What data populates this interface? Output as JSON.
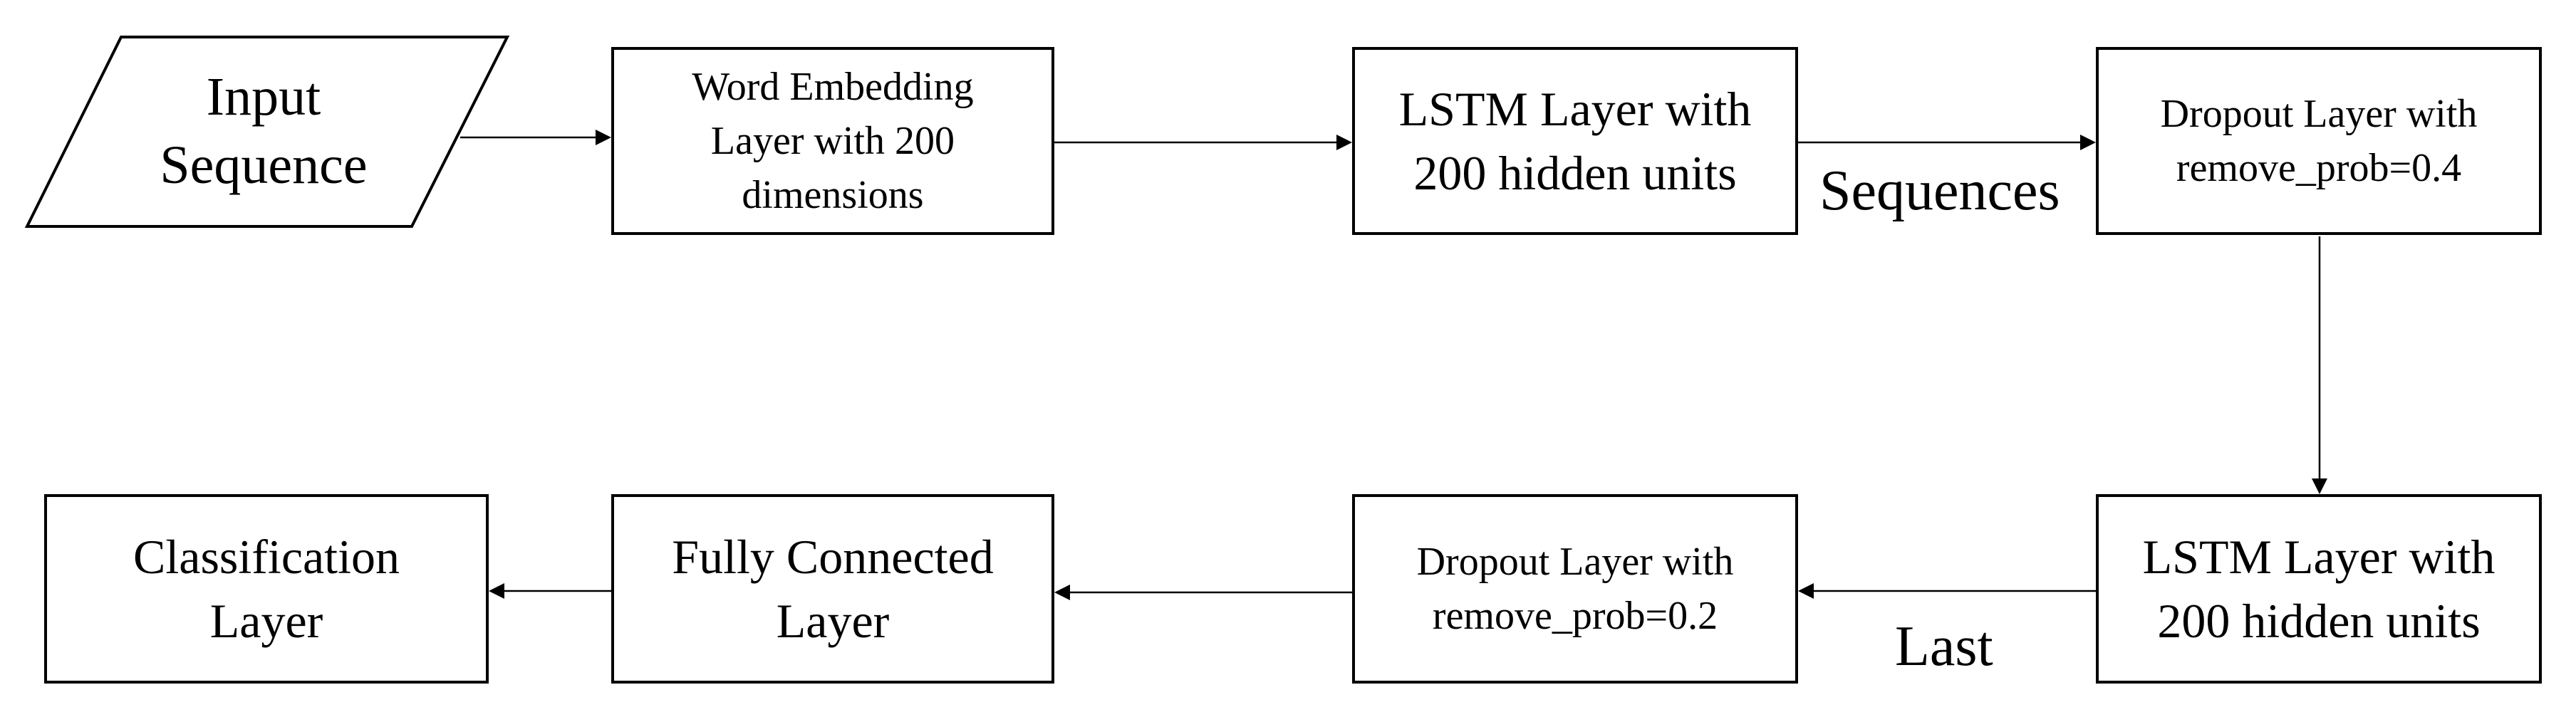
{
  "diagram": {
    "input": {
      "label": "Input\nSequence"
    },
    "nodes": {
      "embedding": {
        "label": "Word Embedding\nLayer with 200\ndimensions"
      },
      "lstm1": {
        "label": "LSTM Layer with\n200 hidden units"
      },
      "dropout1": {
        "label": "Dropout Layer with\nremove_prob=0.4"
      },
      "lstm2": {
        "label": "LSTM Layer with\n200 hidden units"
      },
      "dropout2": {
        "label": "Dropout Layer with\nremove_prob=0.2"
      },
      "fc": {
        "label": "Fully Connected\nLayer"
      },
      "classification": {
        "label": "Classification\nLayer"
      }
    },
    "edge_labels": {
      "sequences": "Sequences",
      "last": "Last"
    }
  }
}
